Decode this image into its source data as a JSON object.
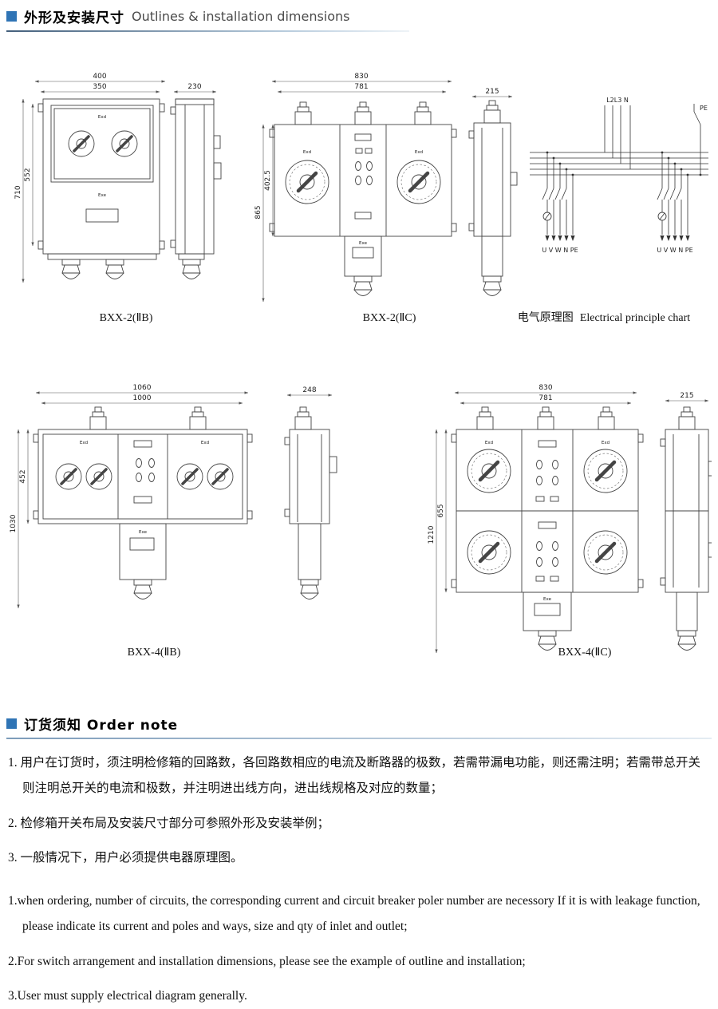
{
  "colors": {
    "accent": "#2f74b5",
    "line": "#444444"
  },
  "header": {
    "title_zh": "外形及安装尺寸",
    "title_en": "Outlines & installation dimensions"
  },
  "drawings": {
    "bxx2b": {
      "caption": "BXX-2(ⅡB)",
      "dim_top_outer": "400",
      "dim_top_inner": "350",
      "dim_side_width": "230",
      "dim_left_outer": "710",
      "dim_left_inner": "552",
      "label_exd": "Exd",
      "label_exe": "Exe"
    },
    "bxx2c": {
      "caption": "BXX-2(ⅡC)",
      "dim_top_outer": "830",
      "dim_top_inner": "781",
      "dim_side_width": "215",
      "dim_left_outer": "865",
      "dim_left_inner": "402.5",
      "label_exd": "Exd",
      "label_exe": "Exe"
    },
    "principle": {
      "caption_zh": "电气原理图",
      "caption_en": "Electrical principle chart",
      "label_top": "L2L3 N",
      "label_pe": "PE",
      "label_out_left": "U V W N PE",
      "label_out_right": "U V W N PE"
    },
    "bxx4b": {
      "caption": "BXX-4(ⅡB)",
      "dim_top_outer": "1060",
      "dim_top_inner": "1000",
      "dim_side_width": "248",
      "dim_left_outer": "1030",
      "dim_left_inner": "452",
      "label_exd": "Exd",
      "label_exe": "Exe"
    },
    "bxx4c": {
      "caption": "BXX-4(ⅡC)",
      "dim_top_outer": "830",
      "dim_top_inner": "781",
      "dim_side_width": "215",
      "dim_left_outer": "1210",
      "dim_left_inner": "655",
      "label_exd": "Exd",
      "label_exe": "Exe"
    }
  },
  "order_note": {
    "title": "订货须知 Order note",
    "notes_zh": [
      "1. 用户在订货时，须注明检修箱的回路数，各回路数相应的电流及断路器的极数，若需带漏电功能，则还需注明；若需带总开关则注明总开关的电流和极数，并注明进出线方向，进出线规格及对应的数量；",
      "2. 检修箱开关布局及安装尺寸部分可参照外形及安装举例；",
      "3. 一般情况下，用户必须提供电器原理图。"
    ],
    "notes_en": [
      "1.when ordering, number of circuits, the corresponding current and circuit breaker poler number are necessory If it is with leakage function, please indicate its current and poles and ways, size and qty of inlet and outlet;",
      "2.For switch arrangement and installation dimensions, please see the example of outline and installation;",
      "3.User must supply electrical diagram generally."
    ]
  }
}
